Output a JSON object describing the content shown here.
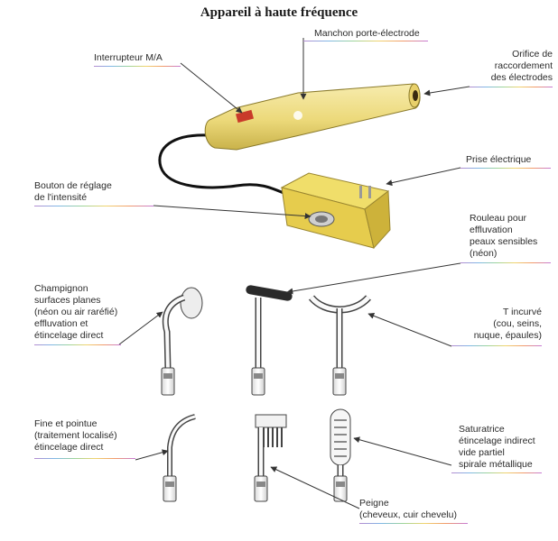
{
  "title": "Appareil à haute fréquence",
  "labels": {
    "interrupteur": [
      "Interrupteur  M/A"
    ],
    "manchon": [
      "Manchon porte-électrode"
    ],
    "orifice": [
      "Orifice de",
      "raccordement",
      "des électrodes"
    ],
    "prise": [
      "Prise électrique"
    ],
    "bouton": [
      "Bouton de réglage",
      "de l'intensité"
    ],
    "rouleau": [
      "Rouleau pour",
      "effluvation",
      "peaux sensibles",
      "(néon)"
    ],
    "champignon": [
      "Champignon",
      "surfaces planes",
      "(néon ou air raréfié)",
      "effluvation et",
      "étincelage direct"
    ],
    "t_incurve": [
      "T incurvé",
      "(cou, seins,",
      "nuque, épaules)"
    ],
    "fine": [
      "Fine et pointue",
      "(traitement localisé)",
      "étincelage direct"
    ],
    "saturatrice": [
      "Saturatrice",
      "étincelage indirect",
      "vide partiel",
      "spirale métallique"
    ],
    "peigne": [
      "Peigne",
      "(cheveux, cuir chevelu)"
    ]
  },
  "colors": {
    "device_yellow": "#efe08a",
    "device_shadow": "#c9b24a",
    "glass": "#f4f4f4",
    "outline": "#333333",
    "switch_red": "#c93a2a"
  }
}
